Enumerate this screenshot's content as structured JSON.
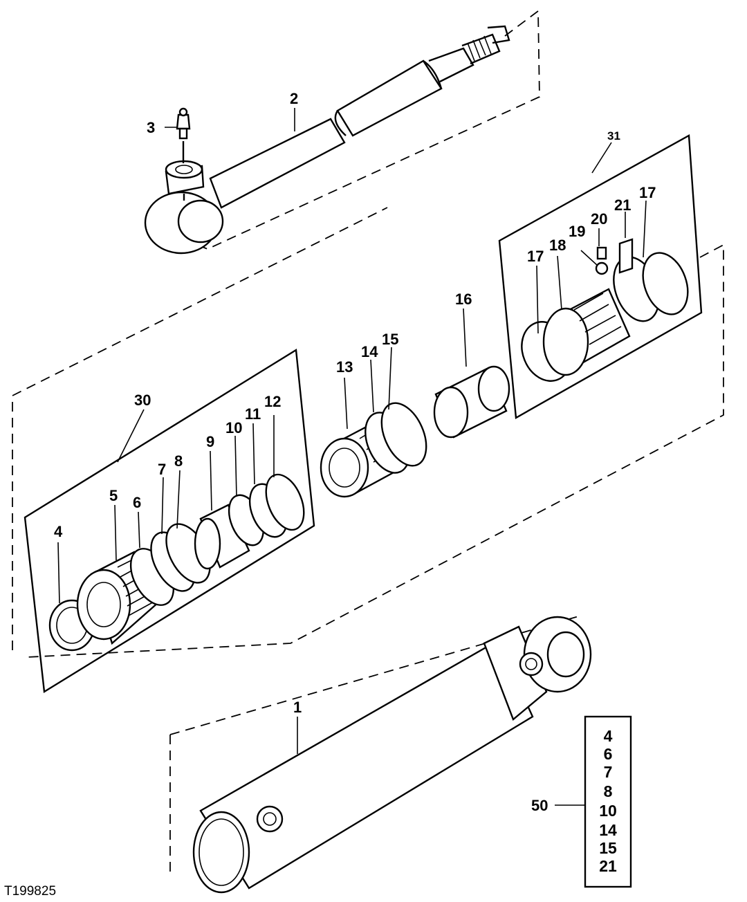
{
  "figure_id": "T199825",
  "callouts": {
    "c1": "1",
    "c2": "2",
    "c3": "3",
    "c4": "4",
    "c5": "5",
    "c6": "6",
    "c7": "7",
    "c8": "8",
    "c9": "9",
    "c10": "10",
    "c11": "11",
    "c12": "12",
    "c13": "13",
    "c14": "14",
    "c15": "15",
    "c16": "16",
    "c17a": "17",
    "c17b": "17",
    "c18": "18",
    "c19": "19",
    "c20": "20",
    "c21": "21",
    "c30": "30",
    "c31": "31",
    "c50": "50"
  },
  "kit_items": [
    "4",
    "6",
    "7",
    "8",
    "10",
    "14",
    "15",
    "21"
  ],
  "colors": {
    "ink": "#000000",
    "paper": "#ffffff"
  }
}
